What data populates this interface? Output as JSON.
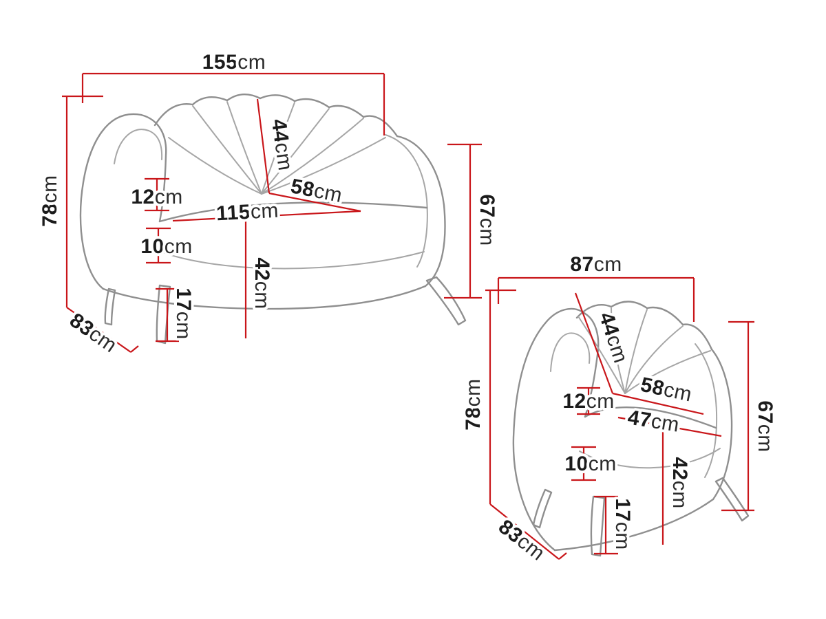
{
  "colors": {
    "dimension_red": "#c9161a",
    "artwork_gray": "#8f8f8f",
    "label_text": "#1b1b1b",
    "background": "#ffffff"
  },
  "sofa": {
    "name": "two-seat shell sofa dimension drawing",
    "labels": {
      "overall_width": {
        "value": "155",
        "unit": "cm"
      },
      "overall_height": {
        "value": "78",
        "unit": "cm"
      },
      "depth": {
        "value": "83",
        "unit": "cm"
      },
      "backrest_seam": {
        "value": "44",
        "unit": "cm"
      },
      "seat_diagonal": {
        "value": "58",
        "unit": "cm"
      },
      "armrest_thickness": {
        "value": "12",
        "unit": "cm"
      },
      "seat_width": {
        "value": "115",
        "unit": "cm"
      },
      "cushion_height": {
        "value": "10",
        "unit": "cm"
      },
      "seat_height": {
        "value": "42",
        "unit": "cm"
      },
      "leg_height": {
        "value": "17",
        "unit": "cm"
      },
      "backrest_height": {
        "value": "67",
        "unit": "cm"
      }
    }
  },
  "armchair": {
    "name": "shell armchair dimension drawing",
    "labels": {
      "overall_width": {
        "value": "87",
        "unit": "cm"
      },
      "overall_height": {
        "value": "78",
        "unit": "cm"
      },
      "depth": {
        "value": "83",
        "unit": "cm"
      },
      "backrest_seam": {
        "value": "44",
        "unit": "cm"
      },
      "seat_diagonal": {
        "value": "58",
        "unit": "cm"
      },
      "armrest_thickness": {
        "value": "12",
        "unit": "cm"
      },
      "seat_width": {
        "value": "47",
        "unit": "cm"
      },
      "cushion_height": {
        "value": "10",
        "unit": "cm"
      },
      "seat_height": {
        "value": "42",
        "unit": "cm"
      },
      "leg_height": {
        "value": "17",
        "unit": "cm"
      },
      "backrest_height": {
        "value": "67",
        "unit": "cm"
      }
    }
  }
}
